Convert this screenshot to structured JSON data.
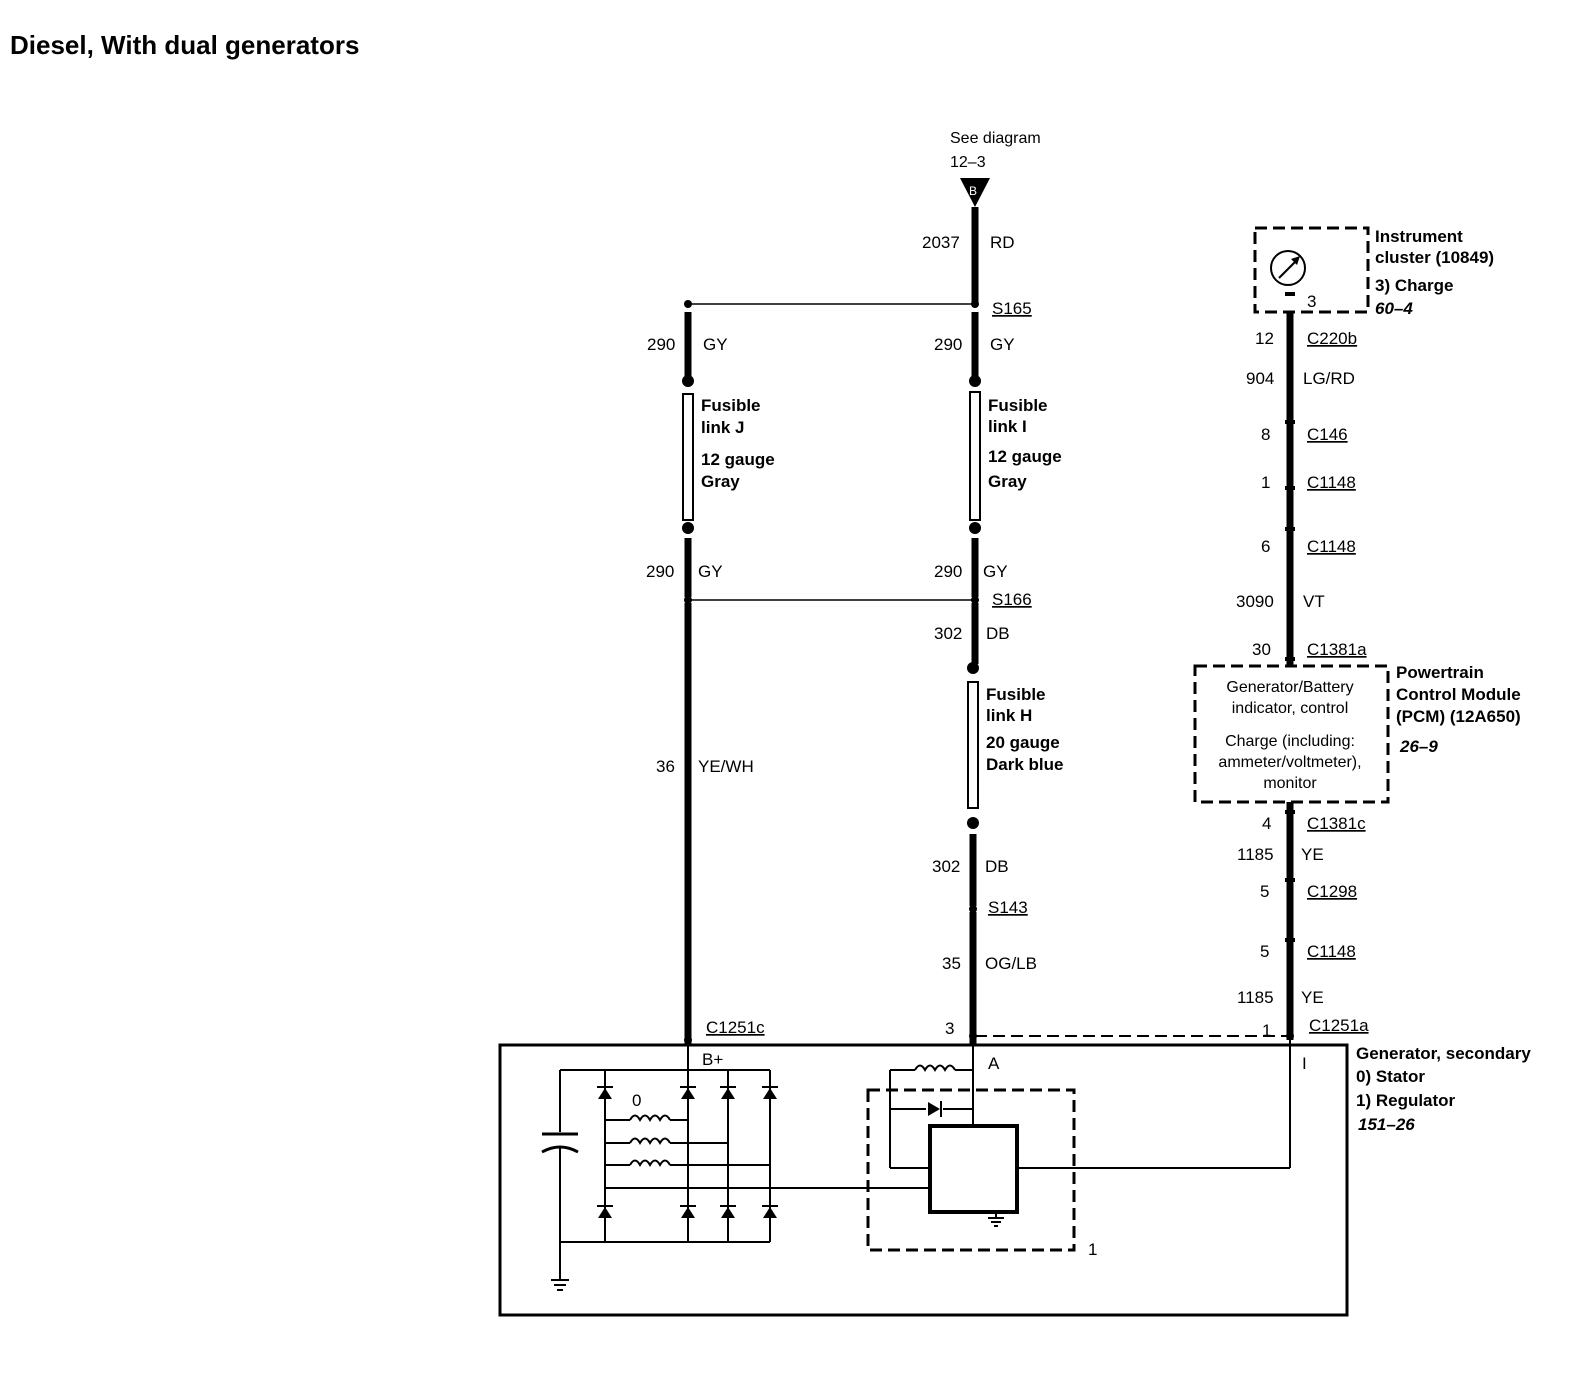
{
  "title": "Diesel, With dual generators",
  "top_ref": {
    "line1": "See diagram",
    "line2": "12–3",
    "letter": "B"
  },
  "center": {
    "w_2037": "2037",
    "c_rd": "RD",
    "s165": "S165",
    "w_290a": "290",
    "c_gya": "GY",
    "fl_i": [
      "Fusible",
      "link I",
      "12 gauge",
      "Gray"
    ],
    "w_290b": "290",
    "c_gyb": "GY",
    "s166": "S166",
    "w_302a": "302",
    "c_dba": "DB",
    "fl_h": [
      "Fusible",
      "link H",
      "20 gauge",
      "Dark blue"
    ],
    "w_302b": "302",
    "c_dbb": "DB",
    "s143": "S143",
    "w_35": "35",
    "c_oglb": "OG/LB",
    "pin3": "3",
    "a": "A"
  },
  "left": {
    "w_290a": "290",
    "c_gya": "GY",
    "fl_j": [
      "Fusible",
      "link J",
      "12 gauge",
      "Gray"
    ],
    "w_290b": "290",
    "c_gyb": "GY",
    "w_36": "36",
    "c_yewh": "YE/WH",
    "c1251c": "C1251c",
    "bplus": "B+"
  },
  "right": {
    "ic": [
      "Instrument",
      "cluster (10849)",
      "3) Charge",
      "60–4"
    ],
    "ic_pin": "3",
    "p12": "12",
    "c220b": "C220b",
    "w_904": "904",
    "c_lgrd": "LG/RD",
    "p8": "8",
    "c146": "C146",
    "p1a": "1",
    "c1148a": "C1148",
    "p6": "6",
    "c1148b": "C1148",
    "w_3090": "3090",
    "c_vt": "VT",
    "p30": "30",
    "c1381a": "C1381a",
    "pcm_box": [
      "Generator/Battery",
      "indicator, control",
      "Charge (including:",
      "ammeter/voltmeter),",
      "monitor"
    ],
    "pcm": [
      "Powertrain",
      "Control Module",
      "(PCM) (12A650)",
      "26–9"
    ],
    "p4": "4",
    "c1381c": "C1381c",
    "w_1185a": "1185",
    "c_yea": "YE",
    "p5a": "5",
    "c1298": "C1298",
    "p5b": "5",
    "c1148c": "C1148",
    "w_1185b": "1185",
    "c_yeb": "YE",
    "p1b": "1",
    "c1251a": "C1251a",
    "i": "I"
  },
  "generator": {
    "label": [
      "Generator, secondary",
      "0) Stator",
      "1) Regulator",
      "151–26"
    ],
    "stator_num": "0",
    "reg_num": "1"
  }
}
